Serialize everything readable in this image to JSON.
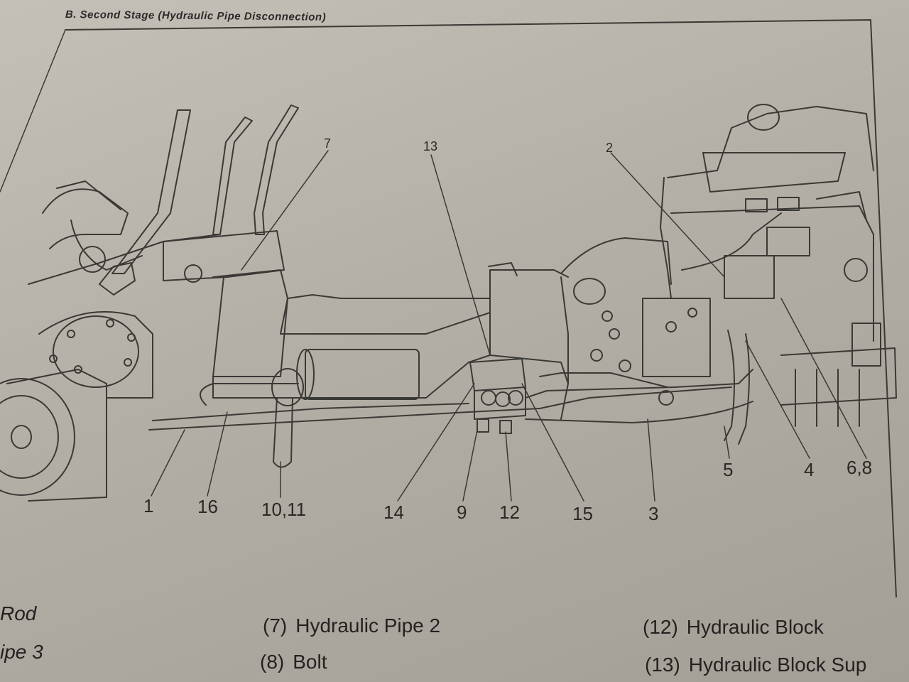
{
  "header": {
    "title": "B. Second Stage (Hydraulic Pipe Disconnection)"
  },
  "figure": {
    "callouts_top": [
      "7",
      "13",
      "2"
    ],
    "callouts_bottom": [
      "1",
      "16",
      "10,11",
      "14",
      "9",
      "12",
      "15",
      "3",
      "5",
      "4",
      "6,8"
    ]
  },
  "legend": {
    "left": [
      "Rod",
      "ipe 3"
    ],
    "middle": [
      {
        "num": "(7)",
        "label": "Hydraulic Pipe 2"
      },
      {
        "num": "(8)",
        "label": "Bolt"
      }
    ],
    "right": [
      {
        "num": "(12)",
        "label": "Hydraulic Block"
      },
      {
        "num": "(13)",
        "label": "Hydraulic Block Sup"
      }
    ]
  }
}
